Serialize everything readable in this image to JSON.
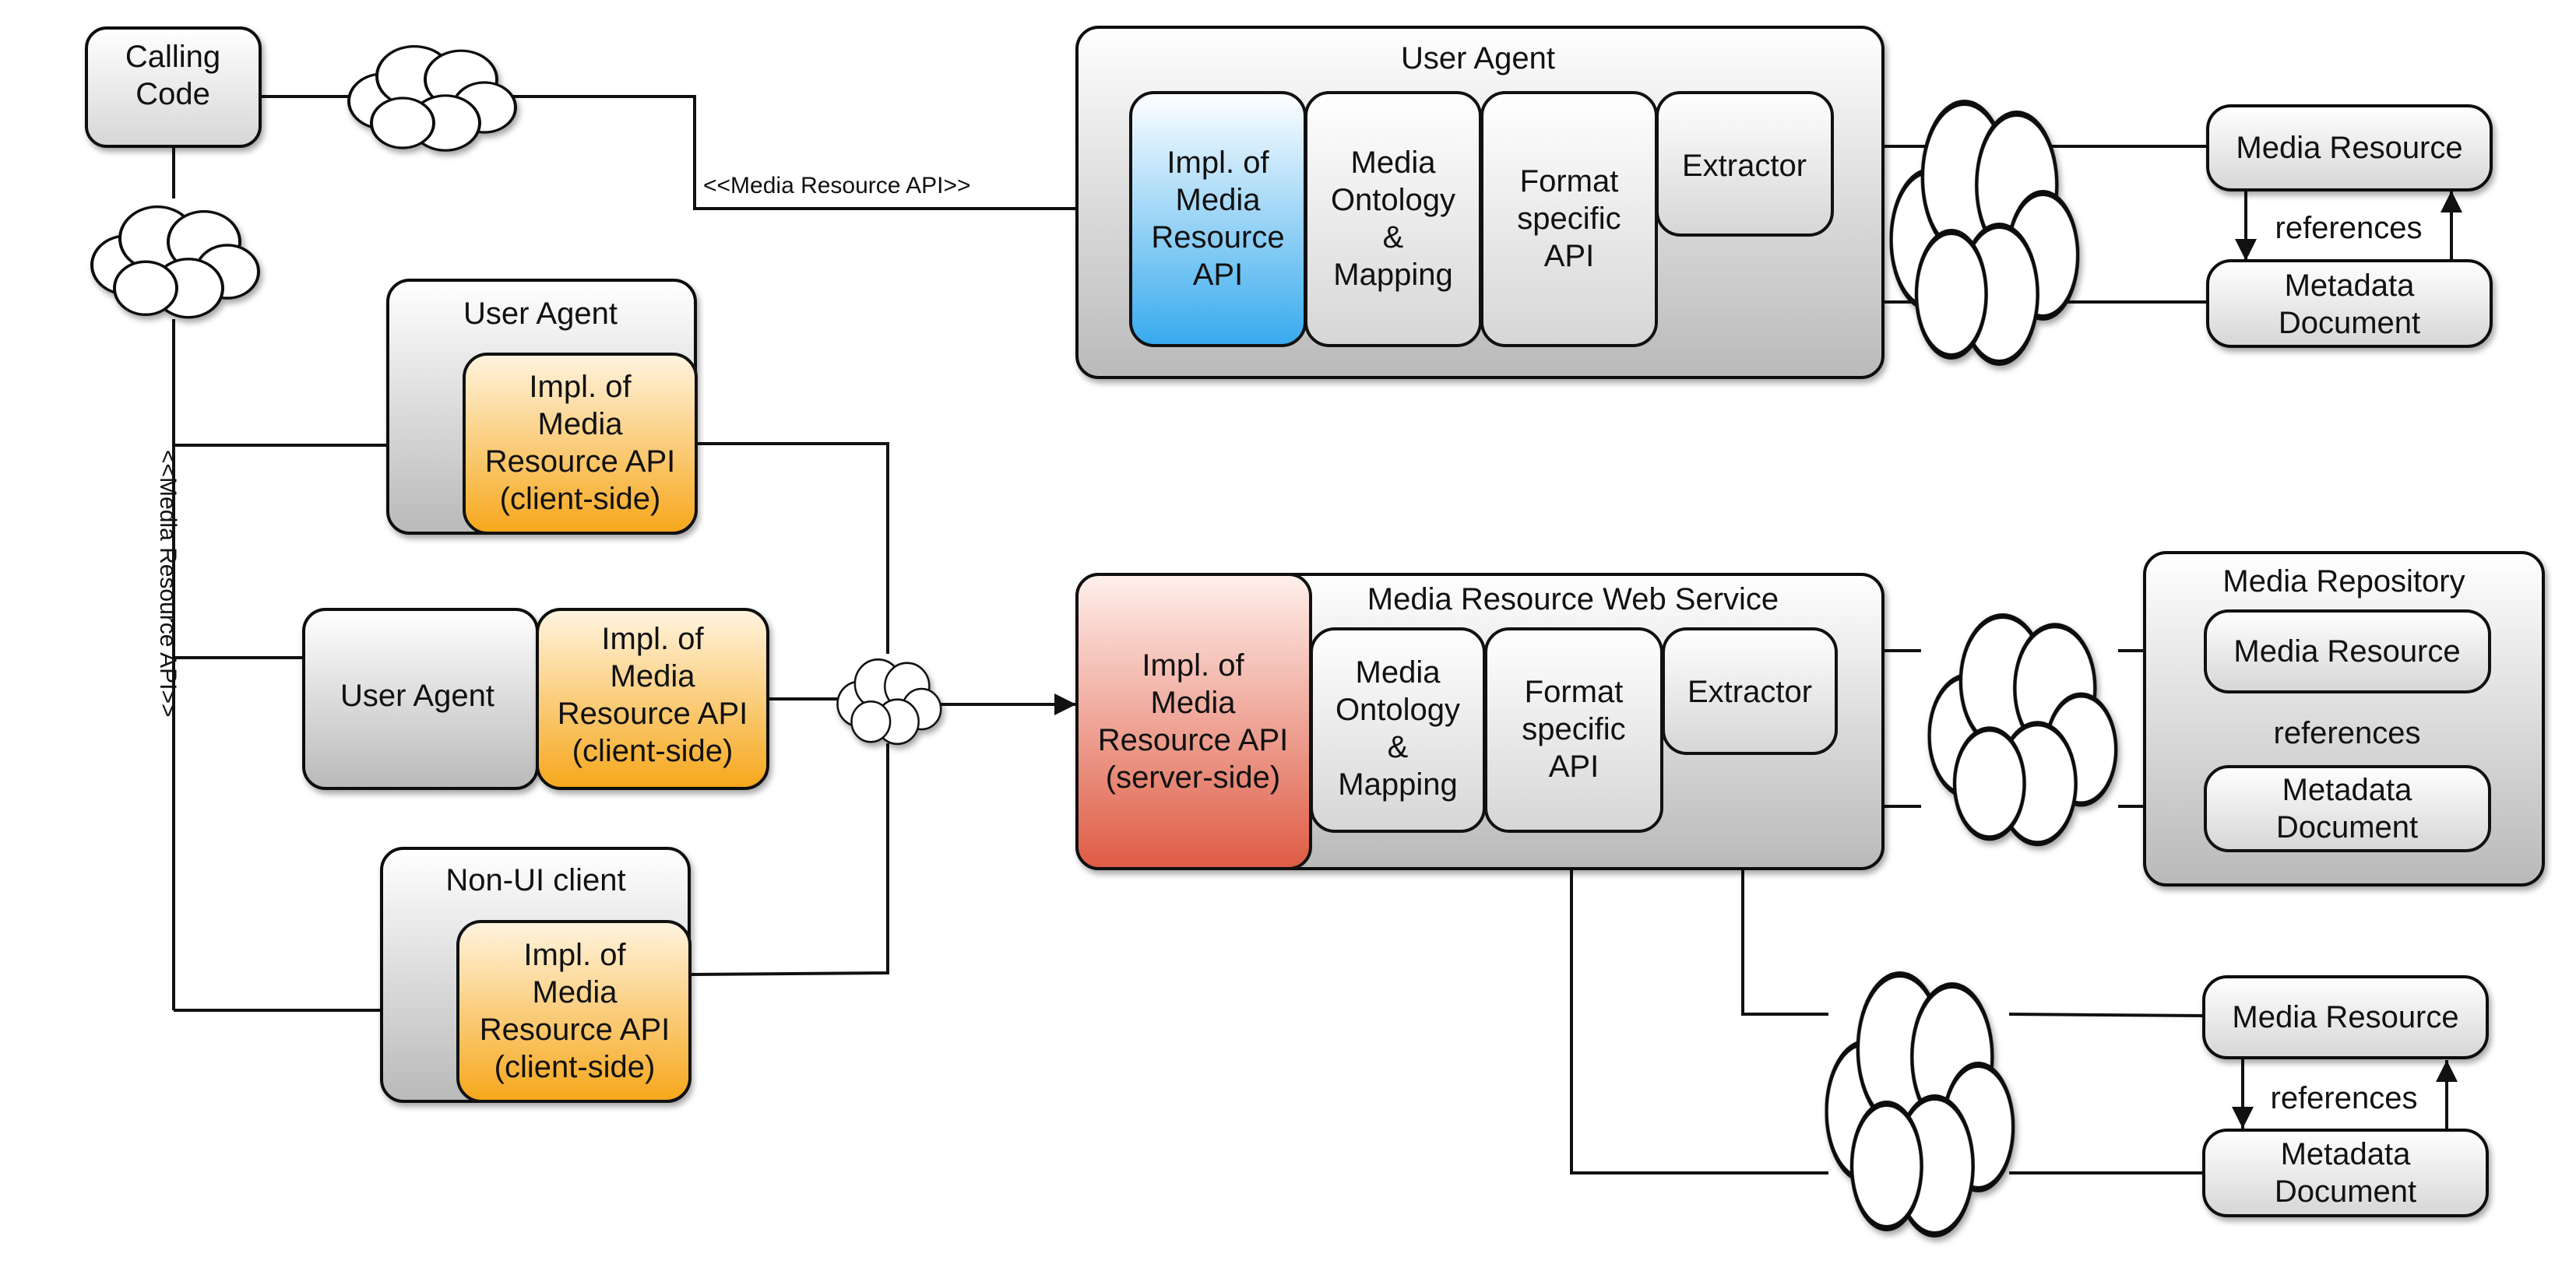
{
  "nodes": {
    "calling_code": "Calling\nCode",
    "ua_top_title": "User Agent",
    "ua_top_impl": "Impl. of\nMedia\nResource\nAPI",
    "ua_top_ontology": "Media\nOntology\n&\nMapping",
    "ua_top_format": "Format\nspecific\nAPI",
    "ua_top_extractor": "Extractor",
    "mr_top": "Media Resource",
    "md_top": "Metadata\nDocument",
    "ref_top": "references",
    "ua1_title": "User Agent",
    "ua1_impl": "Impl. of\nMedia\nResource API\n(client-side)",
    "ua2_title": "User Agent",
    "ua2_impl": "Impl. of\nMedia\nResource API\n(client-side)",
    "nonui_title": "Non-UI client",
    "nonui_impl": "Impl. of\nMedia\nResource API\n(client-side)",
    "ws_title": "Media Resource Web Service",
    "ws_impl": "Impl. of\nMedia\nResource API\n(server-side)",
    "ws_ontology": "Media\nOntology\n&\nMapping",
    "ws_format": "Format\nspecific\nAPI",
    "ws_extractor": "Extractor",
    "repo_title": "Media Repository",
    "mr_repo": "Media Resource",
    "md_repo": "Metadata\nDocument",
    "ref_repo": "references",
    "mr_bottom": "Media Resource",
    "md_bottom": "Metadata\nDocument",
    "ref_bottom": "references"
  },
  "edge_labels": {
    "top_api": "<<Media Resource API>>",
    "vertical_api": "<<Media Resource API>>"
  },
  "colors": {
    "impl_blue": "#37aaee",
    "impl_orange": "#f6a71b",
    "impl_red": "#de5b44",
    "box_gray": "#cfcfcf"
  }
}
